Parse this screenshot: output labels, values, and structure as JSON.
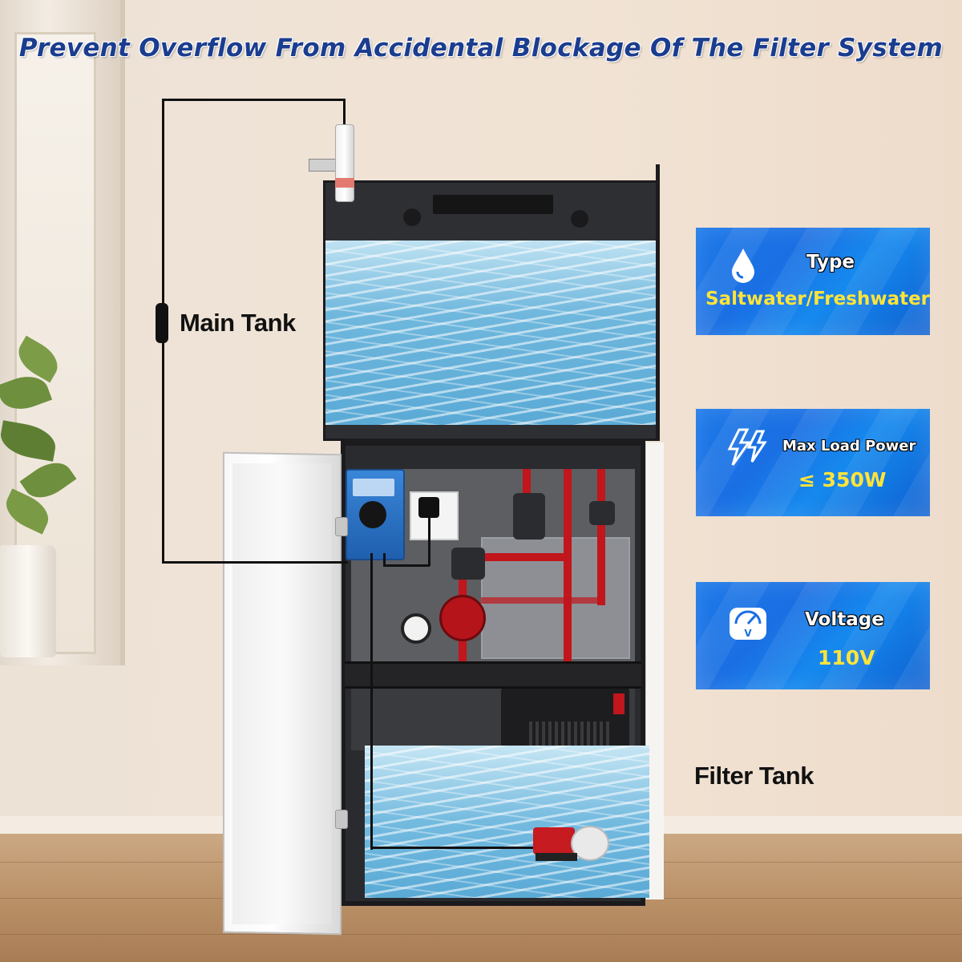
{
  "headline": "Prevent Overflow From Accidental Blockage Of The Filter System",
  "labels": {
    "main_tank": "Main Tank",
    "filter_tank": "Filter Tank"
  },
  "specs": [
    {
      "title": "Type",
      "value": "Saltwater/Freshwater",
      "icon": "water-drop-icon"
    },
    {
      "title": "Max Load Power",
      "value": "≤ 350W",
      "icon": "lightning-icon"
    },
    {
      "title": "Voltage",
      "value": "110V",
      "icon": "voltmeter-icon"
    }
  ],
  "colors": {
    "headline": "#1b3d8f",
    "card_blue": "#1a6fe3",
    "value_yellow": "#ffe43a"
  }
}
